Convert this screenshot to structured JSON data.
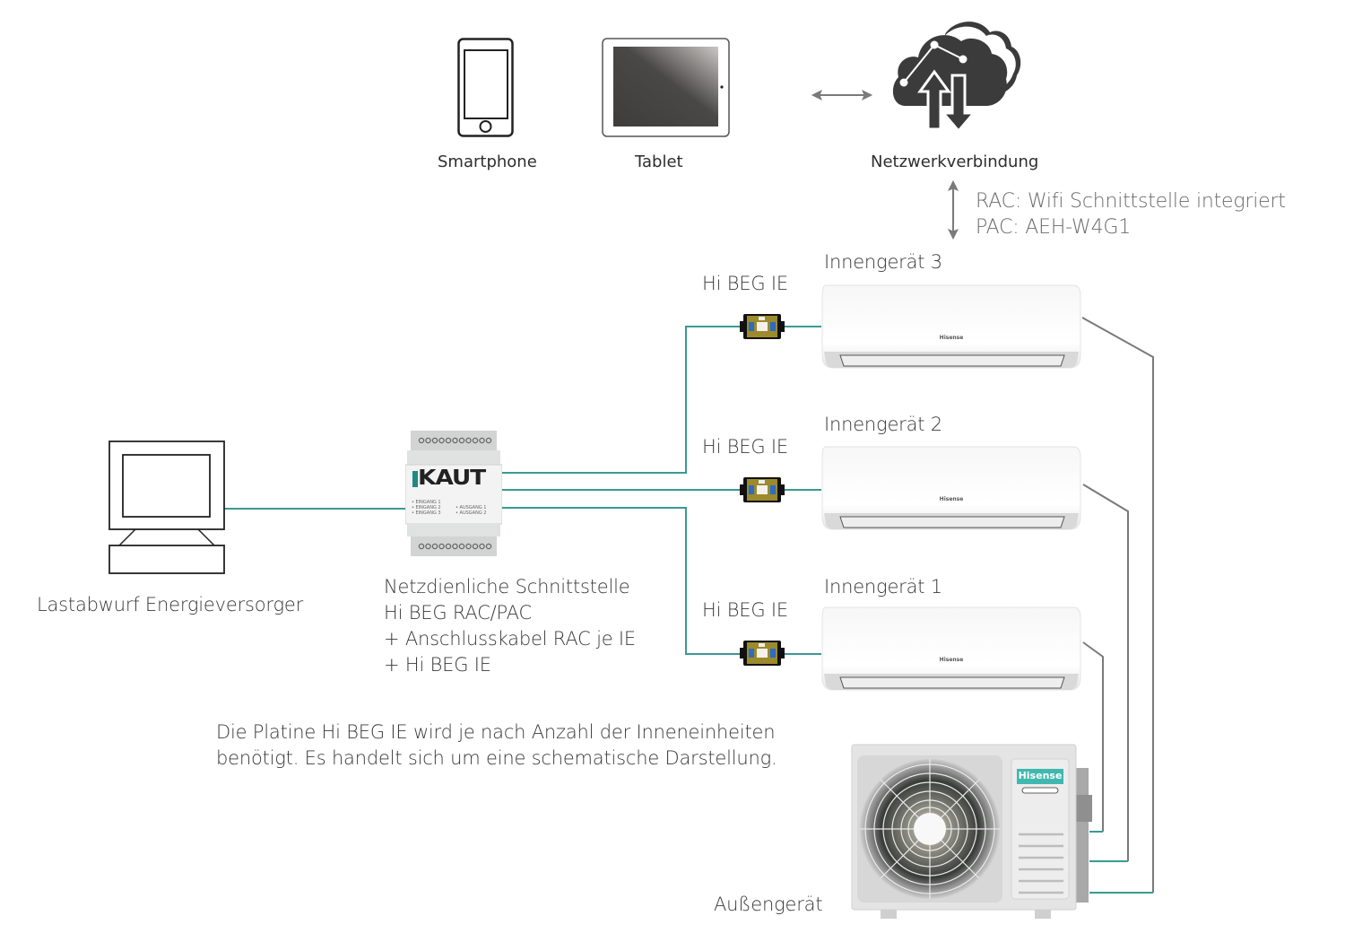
{
  "colors": {
    "wire_teal": "#3a9a92",
    "wire_gray": "#7a7a7a",
    "icon_dark": "#3b3b3b",
    "brand_teal": "#3fb8b0",
    "kaut_teal": "#1f8a82"
  },
  "devices": {
    "smartphone": {
      "label": "Smartphone",
      "icon": "smartphone-icon"
    },
    "tablet": {
      "label": "Tablet",
      "icon": "tablet-icon"
    },
    "network": {
      "label": "Netzwerkverbindung",
      "icon": "cloud-sync-icon"
    }
  },
  "wifi_note": {
    "line1": "RAC: Wifi Schnittstelle integriert",
    "line2": "PAC: AEH-W4G1"
  },
  "energy_provider": {
    "label": "Lastabwurf Energieversorger",
    "icon": "computer-icon"
  },
  "interface": {
    "brand": "KAUT",
    "inputs": [
      "EINGANG 1",
      "EINGANG 2",
      "EINGANG 3"
    ],
    "outputs": [
      "AUSGANG 1",
      "AUSGANG 2"
    ],
    "caption": [
      "Netzdienliche Schnittstelle",
      "Hi BEG RAC/PAC",
      "+ Anschlusskabel RAC je IE",
      "+ Hi BEG IE"
    ]
  },
  "boards": [
    {
      "label": "Hi BEG IE"
    },
    {
      "label": "Hi BEG IE"
    },
    {
      "label": "Hi BEG IE"
    }
  ],
  "indoor_units": [
    {
      "label": "Innengerät 3",
      "brand": "Hisense"
    },
    {
      "label": "Innengerät 2",
      "brand": "Hisense"
    },
    {
      "label": "Innengerät 1",
      "brand": "Hisense"
    }
  ],
  "outdoor_unit": {
    "label": "Außengerät",
    "brand": "Hisense"
  },
  "footnote": {
    "line1": "Die Platine Hi BEG IE wird je nach Anzahl der Inneneinheiten",
    "line2": "benötigt. Es handelt sich um eine schematische Darstellung."
  }
}
